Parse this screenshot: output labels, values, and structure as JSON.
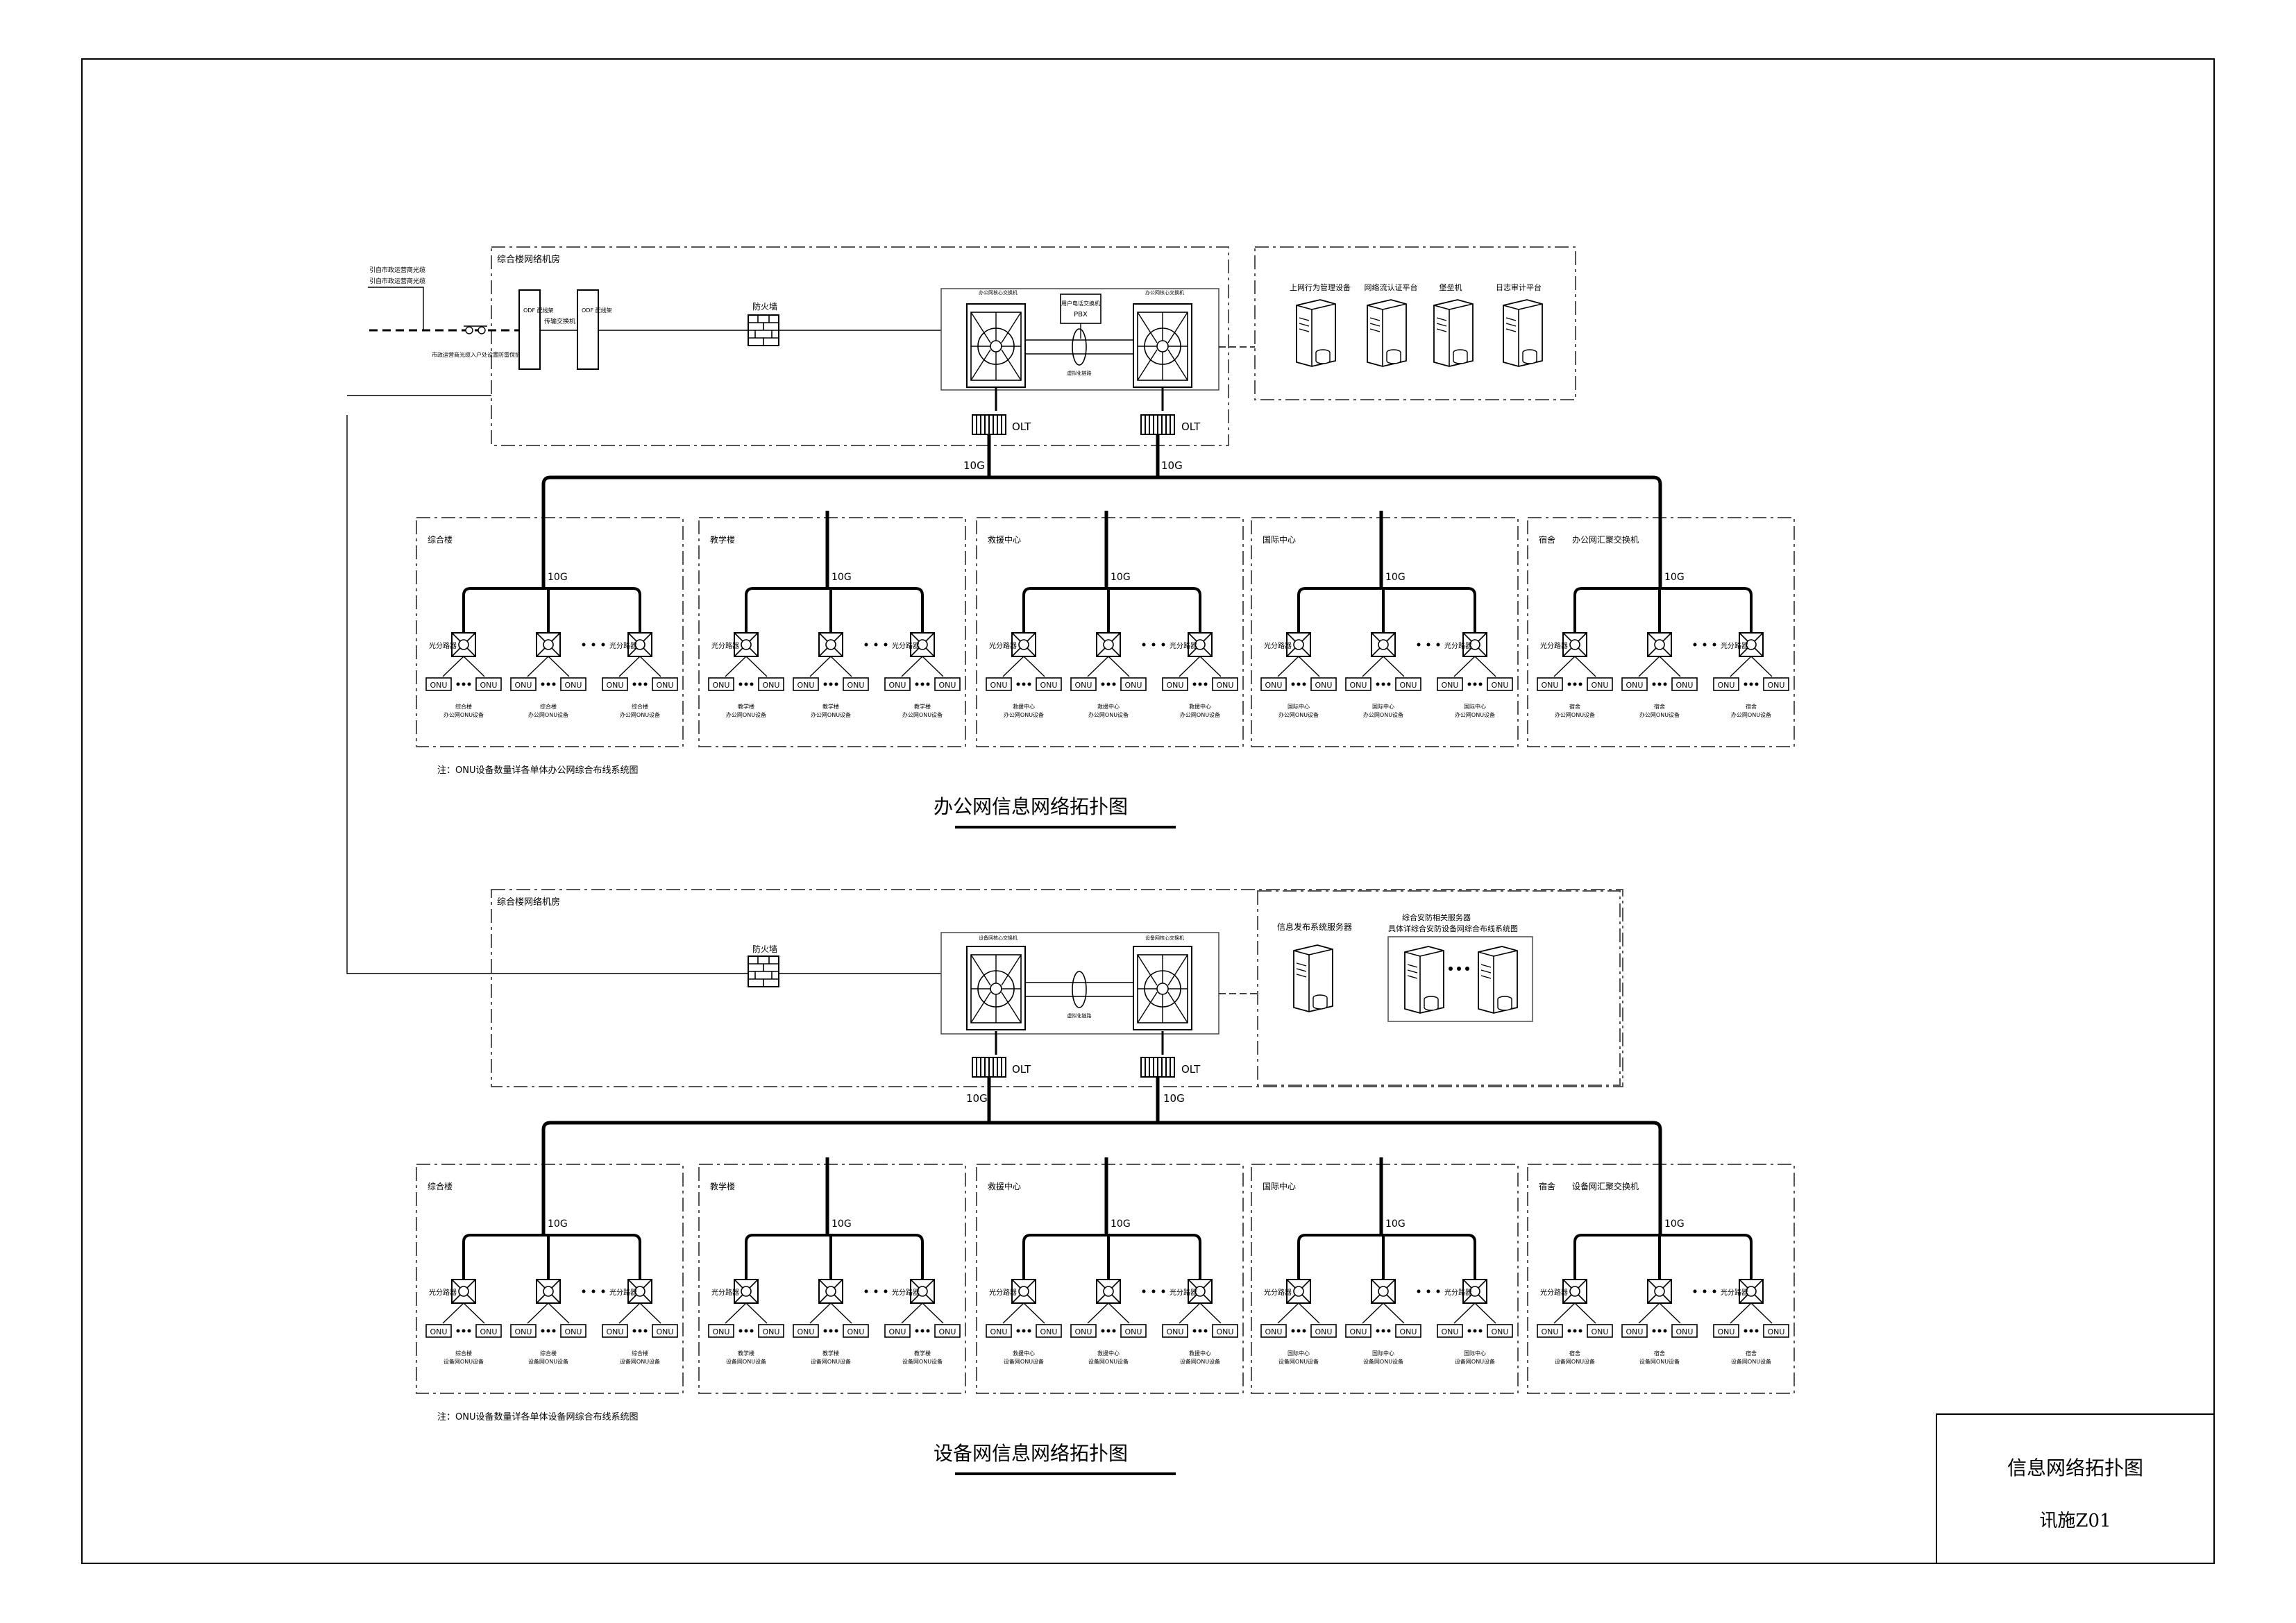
{
  "sheet": {
    "title_block_title": "信息网络拓扑图",
    "title_block_code": "讯施Z01"
  },
  "office_network": {
    "caption": "办公网信息网络拓扑图",
    "note": "注：ONU设备数量详各单体办公网综合布线系统图",
    "machine_room_label": "综合楼网络机房",
    "external_lines": [
      "引自市政运营商光缆",
      "引自市政运营商光缆"
    ],
    "protection_label": "市政运营商光缆入户处设置防雷保护装置",
    "odf_label": "ODF 配线架",
    "odf_sub": "ODF 配线架",
    "transfer_label": "传输交换机",
    "firewall_label": "防火墙",
    "core_switch_label": "办公网核心交换机",
    "pbx_label": "用户电话交换机",
    "pbx_sub": "PBX",
    "ha_link_label": "虚拟化链路",
    "server_group": [
      "上网行为管理设备",
      "网络流认证平台",
      "堡垒机",
      "日志审计平台"
    ],
    "olt_label": "OLT",
    "uplink_label": "10G",
    "buildings": [
      {
        "name": "综合楼",
        "splitter": "光分路器",
        "onu": "ONU",
        "left_caption": "综合楼",
        "left_sub": "办公网ONU设备",
        "right_caption": "综合楼",
        "right_sub": "办公网ONU设备"
      },
      {
        "name": "教学楼",
        "splitter": "光分路器",
        "onu": "ONU",
        "left_caption": "教学楼",
        "left_sub": "办公网ONU设备",
        "right_caption": "教学楼",
        "right_sub": "办公网ONU设备"
      },
      {
        "name": "救援中心",
        "splitter": "光分路器",
        "onu": "ONU",
        "left_caption": "救援中心",
        "left_sub": "办公网ONU设备",
        "right_caption": "救援中心",
        "right_sub": "办公网ONU设备"
      },
      {
        "name": "国际中心",
        "splitter": "光分路器",
        "onu": "ONU",
        "left_caption": "国际中心",
        "left_sub": "办公网ONU设备",
        "right_caption": "国际中心",
        "right_sub": "办公网ONU设备"
      },
      {
        "name": "宿舍",
        "extra": "办公网汇聚交换机",
        "splitter": "光分路器",
        "onu": "ONU",
        "left_caption": "宿舍",
        "left_sub": "办公网ONU设备",
        "right_caption": "宿舍",
        "right_sub": "办公网ONU设备"
      }
    ]
  },
  "device_network": {
    "caption": "设备网信息网络拓扑图",
    "note": "注：ONU设备数量详各单体设备网综合布线系统图",
    "machine_room_label": "综合楼网络机房",
    "firewall_label": "防火墙",
    "core_switch_label": "设备网核心交换机",
    "ha_link_label": "虚拟化链路",
    "server_single": "信息发布系统服务器",
    "server_group_title": "综合安防相关服务器",
    "server_group_sub": "具体详综合安防设备网综合布线系统图",
    "olt_label": "OLT",
    "uplink_label": "10G",
    "buildings": [
      {
        "name": "综合楼",
        "splitter": "光分路器",
        "onu": "ONU",
        "left_caption": "综合楼",
        "left_sub": "设备网ONU设备",
        "right_caption": "综合楼",
        "right_sub": "设备网ONU设备"
      },
      {
        "name": "教学楼",
        "splitter": "光分路器",
        "onu": "ONU",
        "left_caption": "教学楼",
        "left_sub": "设备网ONU设备",
        "right_caption": "教学楼",
        "right_sub": "设备网ONU设备"
      },
      {
        "name": "救援中心",
        "splitter": "光分路器",
        "onu": "ONU",
        "left_caption": "救援中心",
        "left_sub": "设备网ONU设备",
        "right_caption": "救援中心",
        "right_sub": "设备网ONU设备"
      },
      {
        "name": "国际中心",
        "splitter": "光分路器",
        "onu": "ONU",
        "left_caption": "国际中心",
        "left_sub": "设备网ONU设备",
        "right_caption": "国际中心",
        "right_sub": "设备网ONU设备"
      },
      {
        "name": "宿舍",
        "extra": "设备网汇聚交换机",
        "splitter": "光分路器",
        "onu": "ONU",
        "left_caption": "宿舍",
        "left_sub": "设备网ONU设备",
        "right_caption": "宿舍",
        "right_sub": "设备网ONU设备"
      }
    ]
  }
}
